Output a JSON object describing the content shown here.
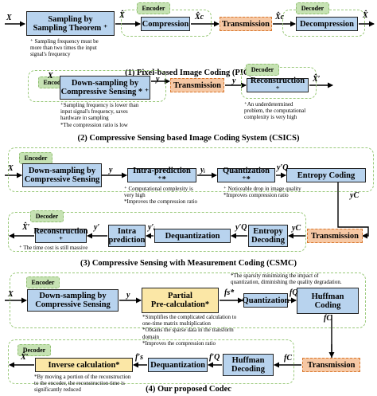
{
  "colors": {
    "process_box": "#b8d3ee",
    "transmission_box": "#f6c8a4",
    "highlight_box": "#fbe7a6",
    "group_border": "#9ac97a",
    "group_tag": "#c6e2b3",
    "arrow": "#000000"
  },
  "pic": {
    "caption": "(1) Pixel-based Image Coding (PIC)",
    "encoder_tag": "Encoder",
    "decoder_tag": "Decoder",
    "boxes": {
      "sampling": "Sampling by\nSampling Theorem ⁺",
      "compression": "Compression",
      "transmission": "Transmission",
      "decompression": "Decompression"
    },
    "note": "⁺ Sampling frequency must be\nmore than two times the input\nsignal's frequency",
    "symbols": {
      "in": "X",
      "x_hat": "X̂",
      "xc_out": "X̂c",
      "xc_in": "X̂c",
      "out": "X̂"
    }
  },
  "csics": {
    "caption": "(2) Compressive Sensing based Image Coding System (CSICS)",
    "encoder_tag": "Encoder",
    "decoder_tag": "Decoder",
    "boxes": {
      "downsampling": "Down-sampling by\nCompressive Sensing * ⁺",
      "transmission": "Transmission",
      "reconstruction": "Reconstruction ⁺"
    },
    "note_enc": "⁺Sampling frequency is lower than\ninput signal's frequency, saves\nhardware in sampling\n*The compression ratio is low",
    "note_dec": "⁺An underdetermined\nproblem, the computational\ncomplexity is very high",
    "symbols": {
      "in": "X",
      "y_out": "y",
      "y_in": "y",
      "out": "X̂′"
    }
  },
  "csmc": {
    "caption": "(3) Compressive Sensing with Measurement Coding (CSMC)",
    "encoder_tag": "Encoder",
    "decoder_tag": "Decoder",
    "boxes": {
      "downsampling": "Down-sampling by\nCompressive Sensing",
      "intra": "Intra-prediction ⁺*",
      "quant": "Quantization ⁺*",
      "entropy": "Entropy Coding",
      "transmission": "Transmission",
      "entropy_dec": "Entropy\nDecoding",
      "dequant": "Dequantization",
      "intra_pred": "Intra\nprediction",
      "reconstruction": "Reconstruction ⁺"
    },
    "note_enc": "⁺ Computational complexity is\nvery high\n*Improves the compression ratio",
    "note_quant": "⁺ Noticeable drop in image quality\n*Improves compression ratio",
    "note_dec": "⁺ The time cost is still massive",
    "symbols": {
      "in": "X",
      "y": "y",
      "yi": "yᵢ",
      "yq": "y′Q",
      "yc": "yC",
      "yc_in": "yC",
      "yq_dec": "y′Q",
      "yi_dec": "y′ᵢ",
      "y_dec": "y′",
      "out": "X̂′"
    }
  },
  "proposed": {
    "caption": "(4) Our proposed Codec",
    "encoder_tag": "Encoder",
    "decoder_tag": "Decoder",
    "boxes": {
      "downsampling": "Down-sampling by\nCompressive Sensing",
      "partial": "Partial\nPre-calculation*",
      "quant": "Quantization",
      "huffman": "Huffman\nCoding",
      "transmission": "Transmission",
      "huffman_dec": "Huffman\nDecoding",
      "dequant": "Dequantization",
      "inverse": "Inverse calculation*"
    },
    "note_top": "*The sparsity minimizing the impact of\nquantization, diminishing the quality degradation.",
    "note_mid": "*Simplifies the complicated calculation to\none-time matrix multiplication\n*Obtains the sparse data in the transform\ndomain\n*Improves the compression ratio",
    "note_dec": "*By moving a portion of the reconstruction\nto the encoder, the reconstruction time is\nsignificantly reduced",
    "symbols": {
      "in": "X",
      "y": "y",
      "fs": "fs*",
      "fq": "fQ",
      "fc": "fC",
      "fc_in": "fC",
      "fq_dec": "f′Q",
      "fs_dec": "f′s",
      "out": "X̂′"
    }
  }
}
